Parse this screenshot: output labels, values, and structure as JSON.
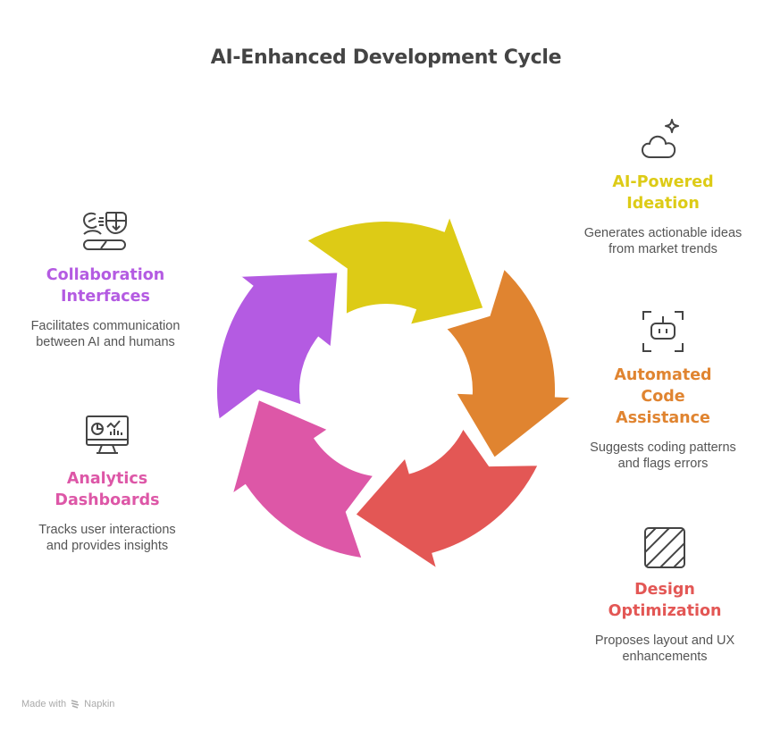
{
  "title": "AI-Enhanced Development Cycle",
  "stages": [
    {
      "id": "ideation",
      "label": "AI-Powered Ideation",
      "label_lines": [
        "AI-Powered",
        "Ideation"
      ],
      "description": "Generates actionable ideas from market trends",
      "color": "#DDCB16",
      "icon": "cloud-sparkle-icon",
      "side": "right"
    },
    {
      "id": "code",
      "label": "Automated Code Assistance",
      "label_lines": [
        "Automated",
        "Code",
        "Assistance"
      ],
      "description": "Suggests coding patterns and flags errors",
      "color": "#E08430",
      "icon": "robot-icon",
      "side": "right"
    },
    {
      "id": "design",
      "label": "Design Optimization",
      "label_lines": [
        "Design",
        "Optimization"
      ],
      "description": "Proposes layout and UX enhancements",
      "color": "#E35755",
      "icon": "hatched-square-icon",
      "side": "right"
    },
    {
      "id": "analytics",
      "label": "Analytics Dashboards",
      "label_lines": [
        "Analytics",
        "Dashboards"
      ],
      "description": "Tracks user interactions and provides insights",
      "color": "#DD57A7",
      "icon": "monitor-chart-icon",
      "side": "left"
    },
    {
      "id": "collab",
      "label": "Collaboration Interfaces",
      "label_lines": [
        "Collaboration",
        "Interfaces"
      ],
      "description": "Facilitates communication between AI and humans",
      "color": "#B45BE2",
      "icon": "human-ai-icon",
      "side": "left"
    }
  ],
  "footer": {
    "prefix": "Made with",
    "brand": "Napkin"
  }
}
